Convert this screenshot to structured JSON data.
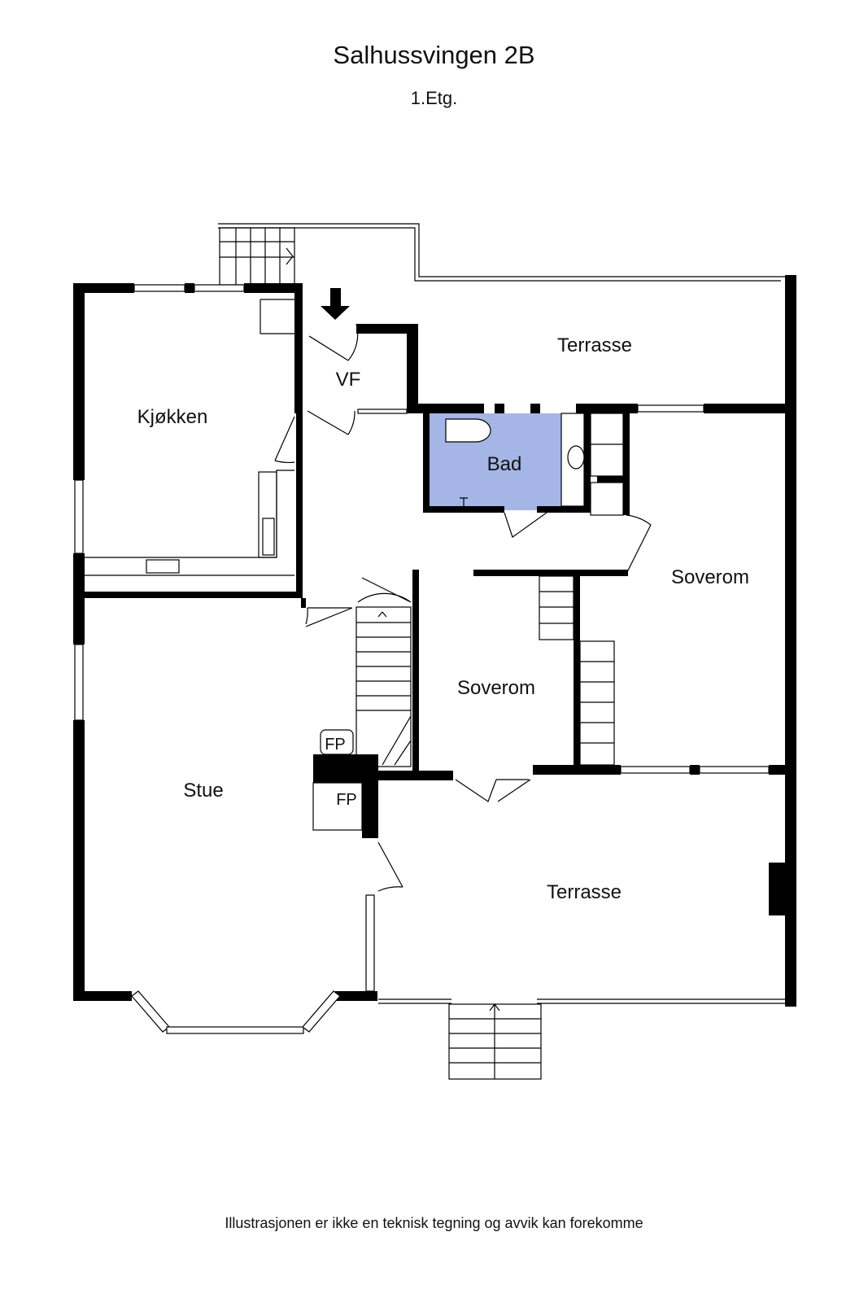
{
  "plan": {
    "title": "Salhussvingen 2B",
    "subtitle": "1.Etg.",
    "disclaimer": "Illustrasjonen er ikke en teknisk tegning og avvik kan forekomme"
  },
  "rooms": {
    "terrasse_top": "Terrasse",
    "vf": "VF",
    "kjokken": "Kjøkken",
    "bad": "Bad",
    "soverom_right": "Soverom",
    "soverom_center": "Soverom",
    "stue": "Stue",
    "terrasse_bottom": "Terrasse",
    "fp_upper": "FP",
    "fp_lower": "FP"
  },
  "colors": {
    "bathroom_fill": "#a5b5e6",
    "wall": "#000000"
  },
  "icons": {
    "entrance": "entrance-arrow-icon"
  }
}
